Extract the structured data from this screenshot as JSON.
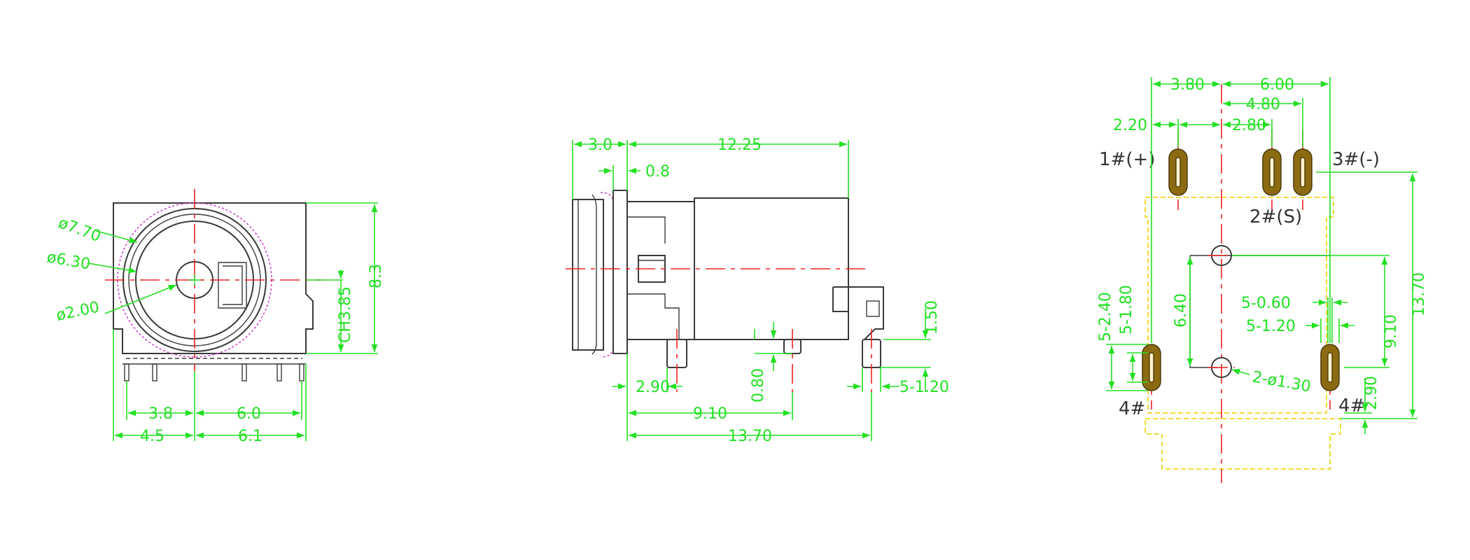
{
  "views": {
    "front": {
      "diameters": {
        "outer": "ø7.70",
        "inner": "ø6.30",
        "pin": "ø2.00"
      },
      "height": "8.3",
      "ch": "CH3.85",
      "bottom_upper": [
        "3.8",
        "6.0"
      ],
      "bottom_lower": [
        "4.5",
        "6.1"
      ]
    },
    "side": {
      "top": [
        "3.0",
        "12.25"
      ],
      "flange": "0.8",
      "right": "1.50",
      "lead_width": "5-1.20",
      "lower": [
        "2.90",
        "0.80",
        "9.10",
        "13.70"
      ]
    },
    "footprint": {
      "top": [
        "3.80",
        "6.00",
        "4.80",
        "2.20",
        "2.80"
      ],
      "right": [
        "13.70",
        "9.10",
        "2.90"
      ],
      "left": [
        "5-2.40",
        "5-1.80",
        "6.40"
      ],
      "mid": [
        "5-0.60",
        "5-1.20"
      ],
      "holes": "2-ø1.30",
      "pins": [
        "1#(+)",
        "2#(S)",
        "3#(-)",
        "4#",
        "4#"
      ]
    }
  },
  "colors": {
    "dimension": "#22e022",
    "outline": "#3a3a3a",
    "centerline": "#ee2222",
    "hidden": "#cc44cc",
    "panel_outline": "#eed61a",
    "pad": "#8c6a12"
  }
}
